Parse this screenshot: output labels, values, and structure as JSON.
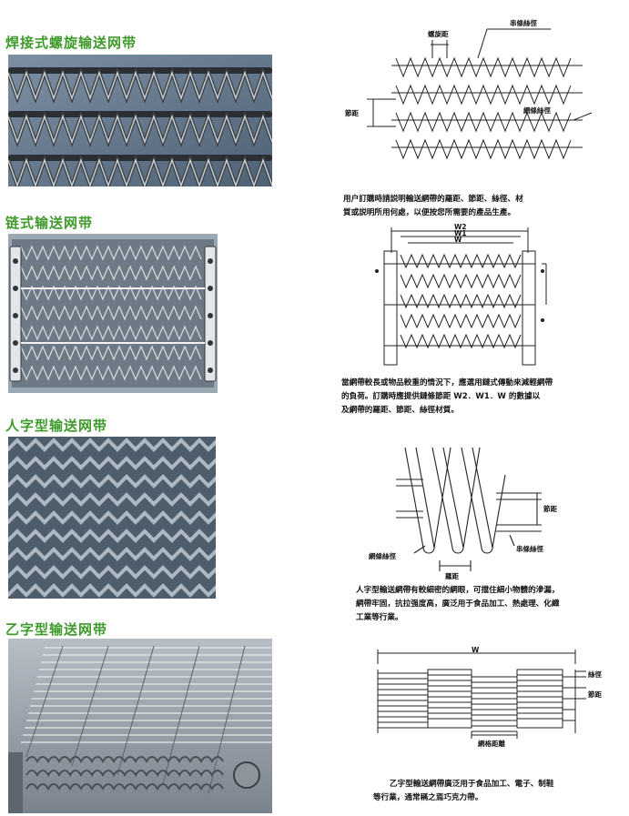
{
  "sections": [
    {
      "title": "焊接式螺旋输送网带",
      "diagram_labels": {
        "spiral_pitch": "螺旋距",
        "chain_wire": "串條絲徑",
        "pitch": "節距",
        "mesh_wire": "網條絲徑"
      },
      "caption": [
        "用户訂購時請説明輸送網帶的羅距、節距、絲徑、材",
        "質或説明所用何處，以便按您所需要的產品生產。"
      ]
    },
    {
      "title": "链式输送网带",
      "diagram_labels": {
        "w2": "W2",
        "w1": "W1",
        "w": "W"
      },
      "caption": [
        "當網帶較長或物品較重的情況下，應選用鏈式傳動來減輕網帶",
        "的負荷。訂購時應提供鏈條節距  W2．W1．W 的數據以",
        "及網帶的羅距、節距、絲徑材質。"
      ]
    },
    {
      "title": "人字型输送网带",
      "diagram_labels": {
        "pitch": "節距",
        "chain_wire": "串條絲徑",
        "mesh_wire": "網條絲徑",
        "spiral_pitch": "羅距"
      },
      "caption": [
        "人字型輸送網帶有較細密的網眼，可擋住細小物體的滲漏，",
        "網帶牢固，抗拉强度高，廣泛用于食品加工、熱處理、化織",
        "工業等行業。"
      ]
    },
    {
      "title": "乙字型输送网带",
      "diagram_labels": {
        "w": "W",
        "wire": "絲徑",
        "pitch": "節距",
        "mesh_distance": "網格距離"
      },
      "caption": [
        "乙字型輸送網帶廣泛用于食品加工、電子、制鞋",
        "等行業，通常稱之焉巧克力帶。"
      ]
    }
  ],
  "colors": {
    "heading": "#3f9a2c",
    "text": "#111111",
    "photo_bg": "#5a6e82",
    "metal": "#c9ced3"
  }
}
